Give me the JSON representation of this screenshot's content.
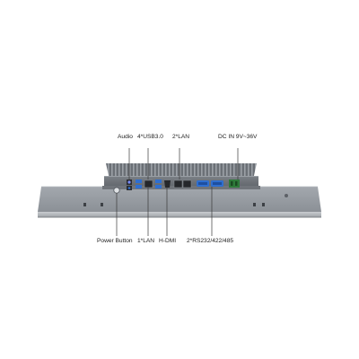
{
  "labels": {
    "audio": "Audio",
    "usb": "4*USB3.0",
    "lan2": "2*LAN",
    "dc_in": "DC IN 9V~36V",
    "power_button": "Power Button",
    "lan1": "1*LAN",
    "hdmi": "H-DMI",
    "serial": "2*RS232/422/485"
  },
  "colors": {
    "accent_blue": "#2f6fd0",
    "panel_gray": "#8e9399",
    "bezel_gray": "#b6babf",
    "leader_line": "#3a3a3a"
  },
  "icons": {
    "power": "power-button-icon"
  }
}
